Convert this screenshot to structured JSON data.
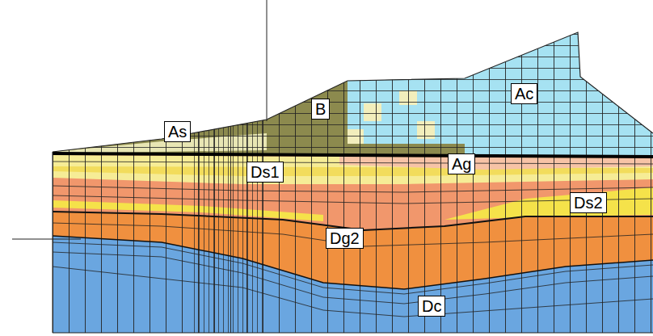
{
  "diagram": {
    "nodes": [
      {
        "text": [
          "As"
        ]
      },
      {
        "text": [
          "B"
        ]
      },
      {
        "text": [
          "Ac"
        ]
      },
      {
        "text": [
          "Ds1"
        ]
      },
      {
        "text": [
          "Ag"
        ]
      },
      {
        "text": [
          "Ds2"
        ]
      },
      {
        "text": [
          "Dg2"
        ]
      },
      {
        "text": [
          "Dc"
        ]
      }
    ]
  }
}
